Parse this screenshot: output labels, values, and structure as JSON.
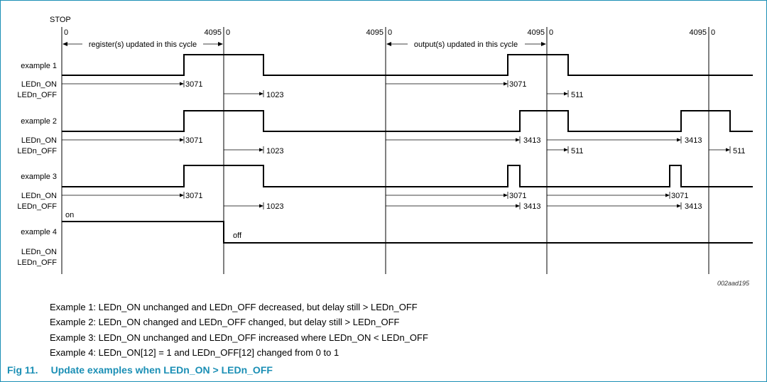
{
  "diagram": {
    "stop_label": "STOP",
    "axis_labels": [
      {
        "text": "0"
      },
      {
        "text": "4095"
      },
      {
        "text": "0"
      },
      {
        "text": "4095"
      },
      {
        "text": "0"
      },
      {
        "text": "4095"
      },
      {
        "text": "0"
      },
      {
        "text": "4095"
      },
      {
        "text": "0"
      }
    ],
    "span_labels": [
      "register(s) updated in this cycle",
      "output(s) updated in this cycle"
    ],
    "rows": [
      {
        "name": "example 1",
        "on_label": "LEDn_ON",
        "off_label": "LEDn_OFF",
        "values": [
          "3071",
          "1023",
          "3071",
          "511"
        ]
      },
      {
        "name": "example 2",
        "on_label": "LEDn_ON",
        "off_label": "LEDn_OFF",
        "values": [
          "3071",
          "1023",
          "3413",
          "511",
          "3413",
          "511"
        ]
      },
      {
        "name": "example 3",
        "on_label": "LEDn_ON",
        "off_label": "LEDn_OFF",
        "values": [
          "3071",
          "1023",
          "3071",
          "3413",
          "3071",
          "3413"
        ]
      },
      {
        "name": "example 4",
        "on_label": "LEDn_ON",
        "off_label": "LEDn_OFF",
        "state_on": "on",
        "state_off": "off"
      }
    ],
    "figure_id": "002aad195"
  },
  "captions": [
    "Example 1: LEDn_ON unchanged and LEDn_OFF decreased, but delay still > LEDn_OFF",
    "Example 2: LEDn_ON changed and LEDn_OFF changed, but delay still > LEDn_OFF",
    "Example 3: LEDn_ON unchanged and LEDn_OFF increased where LEDn_ON < LEDn_OFF",
    "Example 4: LEDn_ON[12] = 1 and LEDn_OFF[12] changed from 0 to 1"
  ],
  "figure": {
    "number": "Fig 11.",
    "title": "Update examples when LEDn_ON > LEDn_OFF"
  },
  "colors": {
    "frame": "#1b8fb5",
    "title": "#1b8fb5"
  }
}
